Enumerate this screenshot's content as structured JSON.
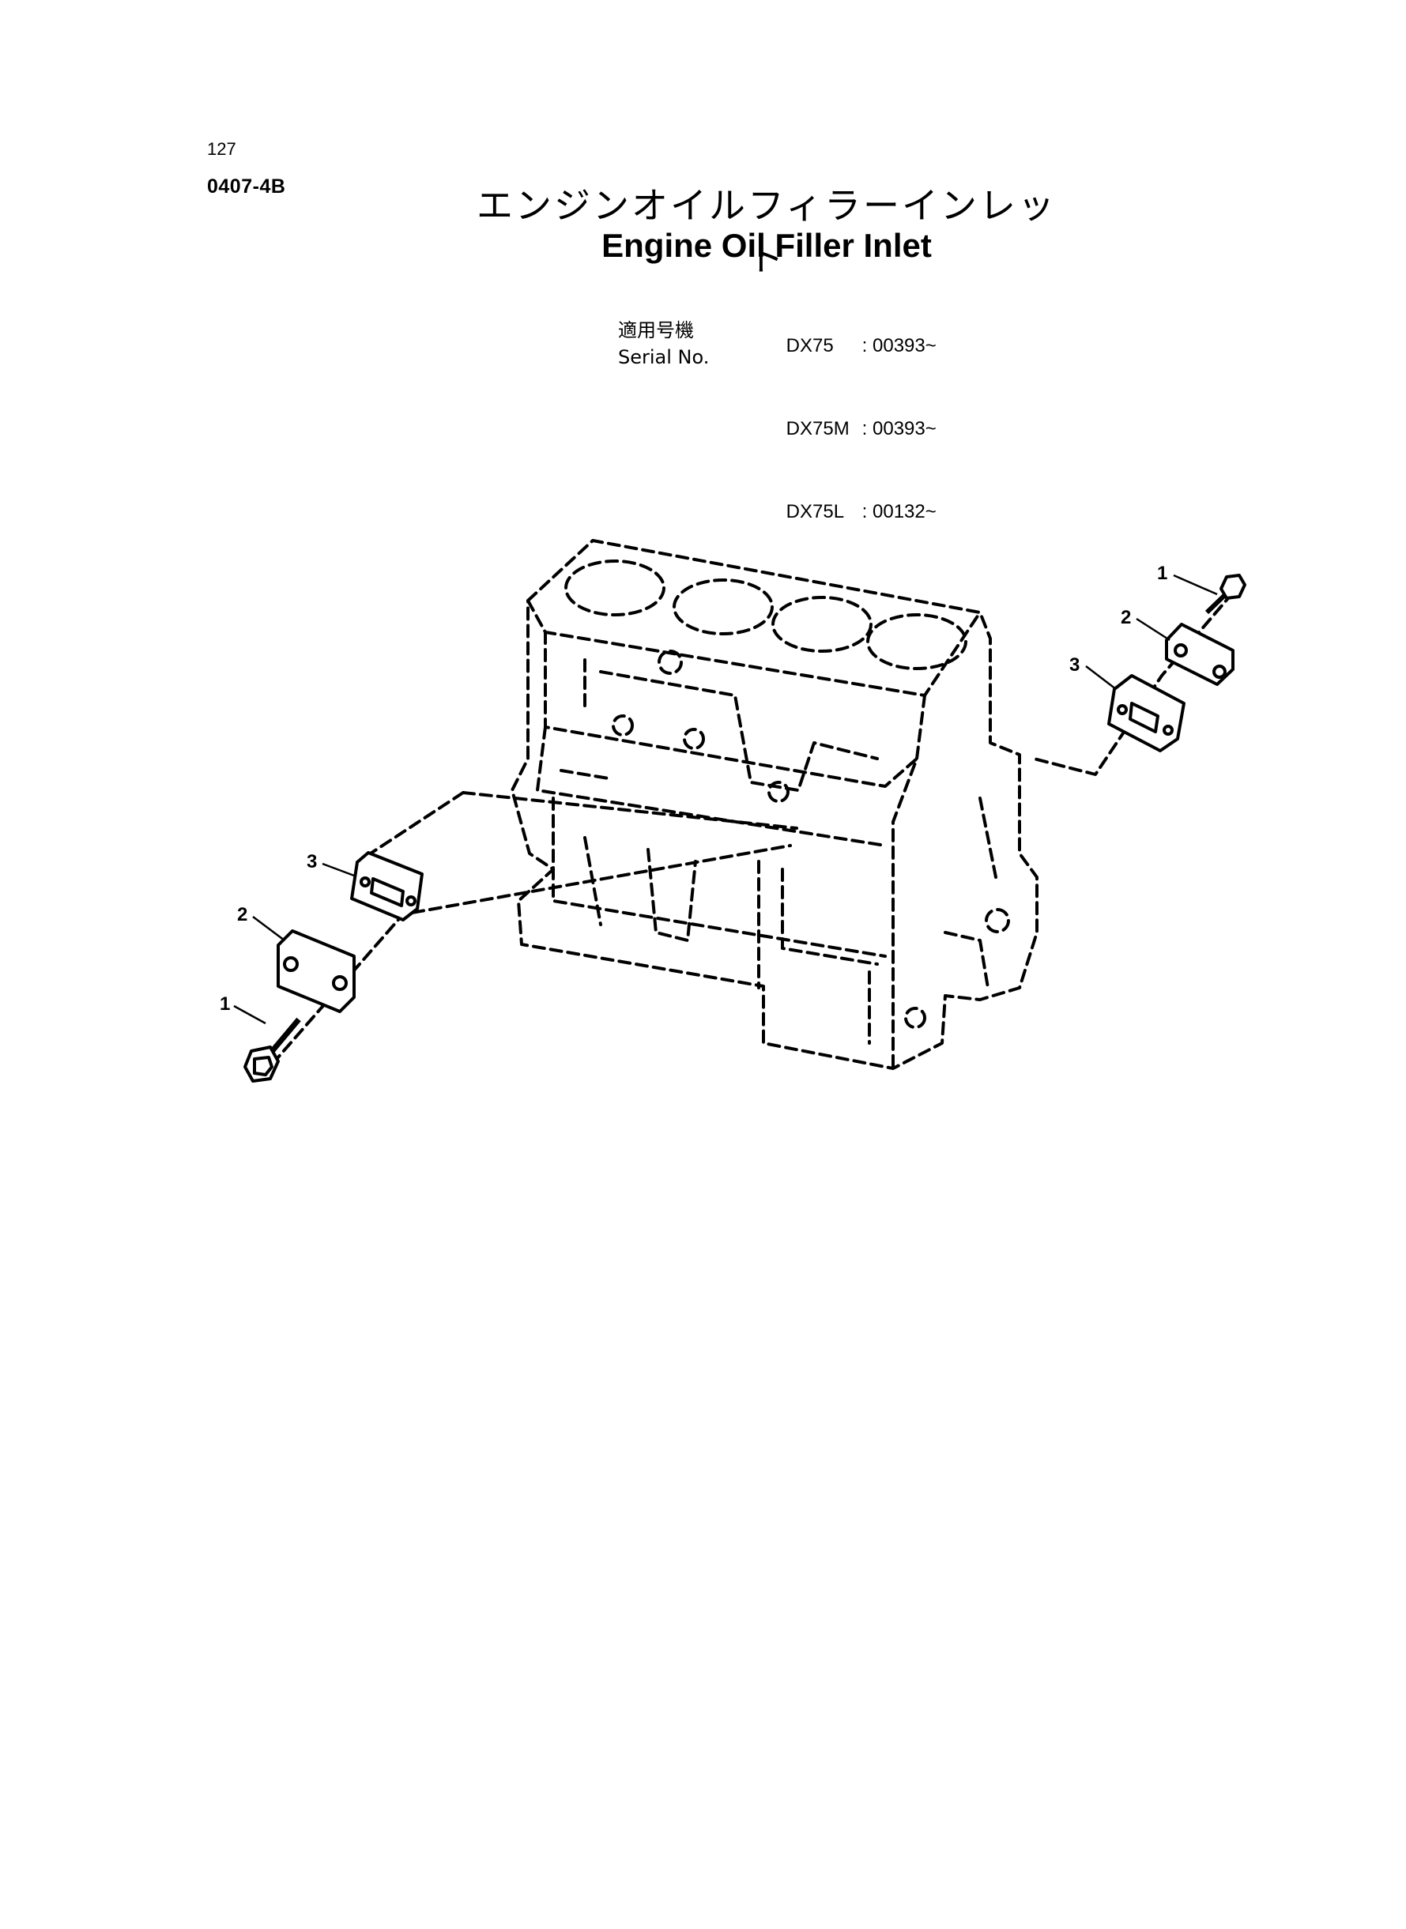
{
  "header": {
    "page_number": "127",
    "page_code": "0407-4B"
  },
  "title": {
    "japanese": "エンジンオイルフィラーインレット",
    "english": "Engine Oil Filler Inlet"
  },
  "serial": {
    "label_jp": "適用号機",
    "label_en": "Serial No.",
    "rows": [
      {
        "model": "DX75",
        "value": ": 00393~"
      },
      {
        "model": "DX75M",
        "value": ": 00393~"
      },
      {
        "model": "DX75L",
        "value": ": 00132~"
      }
    ]
  },
  "diagram": {
    "callouts": {
      "right_1": "1",
      "right_2": "2",
      "right_3": "3",
      "left_3": "3",
      "left_2": "2",
      "left_1": "1"
    }
  }
}
